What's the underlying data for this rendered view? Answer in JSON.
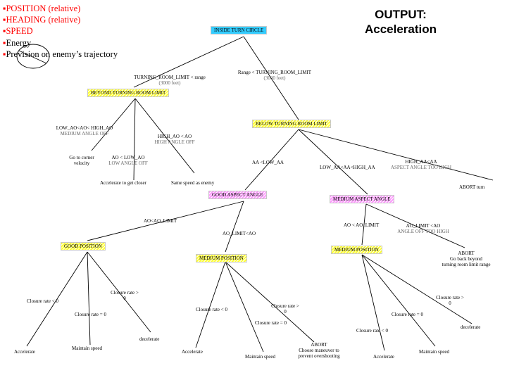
{
  "inputs": {
    "bullet": "▪",
    "items": [
      "POSITION (relative)",
      "HEADING  (relative)",
      "SPEED",
      "Energy",
      "Prevision on enemy’s trajectory"
    ]
  },
  "output": {
    "title": "OUTPUT:",
    "value": "Acceleration"
  },
  "nodes": {
    "inside_turn_circle": "INSIDE TURN CIRCLE",
    "beyond_turning_room_limit": "BEYOND TURNING ROOM LIMIT",
    "below_turning_room_limit": "BELOW TURNING ROOM LIMIT",
    "good_aspect_angle": "GOOD ASPECT ANGLE",
    "medium_aspect_angle": "MEDIUM ASPECT ANGLE",
    "good_position": "GOOD POSITION",
    "medium_position_1": "MEDIUM POSITION",
    "medium_position_2": "MEDIUM POSITION"
  },
  "edges": {
    "turning_room_limit_lt_range": "TURNING_ROOM_LIMIT < range",
    "turning_3000": "(3000 feet)",
    "range_lt_turning_room_limit": "Range < TURNING_ROOM_LIMIT",
    "range_3000": "(3000 feet)",
    "low_ao_hi_ao": "LOW_AO<AO< HIGH_AO",
    "medium_angle_off": "MEDIUM ANGLE OFF",
    "high_ao_lt_ao": "HIGH_AO < AO",
    "high_angle_off": "HIGH ANGLE OFF",
    "ao_lt_low_ao": "AO < LOW_AO",
    "low_angle_off": "LOW ANGLE OFF",
    "aa_lt_low_aa": "AA  <LOW_AA",
    "low_aa_high_aa": "LOW_AA<AA<HIGH_AA",
    "high_aa_lt_aa": "HIGH_AA<AA",
    "aspect_angle_too_high": "ASPECT ANGLE TOO HIGH",
    "ao_lt_ao_limit": "AO<AO_LIMIT",
    "ao_limit_lt_ao": "AO_LIMIT<AO",
    "ao_lt_ao_limit_2": "AO < AO_LIMIT",
    "ao_limit_lt_ao_2": "AO_LIMIT <AO",
    "angle_off_too_high": "ANGLE OFF TOO HIGH",
    "gp_closure_lt0": "Closure rate < 0",
    "gp_closure_eq0": "Closure rate = 0",
    "gp_closure_gt": "Closure rate >",
    "gp_closure_gt_0": "0",
    "mp1_closure_lt0": "Closure rate < 0",
    "mp1_closure_gt": "Closure rate >",
    "mp1_closure_gt_0": "0",
    "mp1_closure_eq0": "Closure rate = 0",
    "mp2_closure_eq0": "Closure rate = 0",
    "mp2_closure_lt0": "Closure rate < 0",
    "mp2_closure_gt": "Closure rate >",
    "mp2_closure_gt_0": "0"
  },
  "leaves": {
    "go_to_corner_velocity_1": "Go to corner",
    "go_to_corner_velocity_2": "velocity",
    "accelerate_to_get_closer": "Accelerate to get closer",
    "same_speed_as_enemy": "Same speed as enemy",
    "abort_turn": "ABORT turn",
    "abort_go_back_1": "ABORT",
    "abort_go_back_2": "Go back beyond",
    "abort_go_back_3": "turning room limit range",
    "gp_accelerate": "Accelerate",
    "gp_maintain_speed": "Maintain speed",
    "gp_decelerate": "decelerate",
    "mp1_accelerate": "Accelerate",
    "mp1_maintain_speed": "Maintain speed",
    "mp1_abort_1": "ABORT",
    "mp1_abort_2": "Choose maneuver to",
    "mp1_abort_3": "prevent overshooting",
    "mp2_accelerate": "Accelerate",
    "mp2_maintain_speed": "Maintain speed",
    "mp2_decelerate": "decelerate"
  }
}
